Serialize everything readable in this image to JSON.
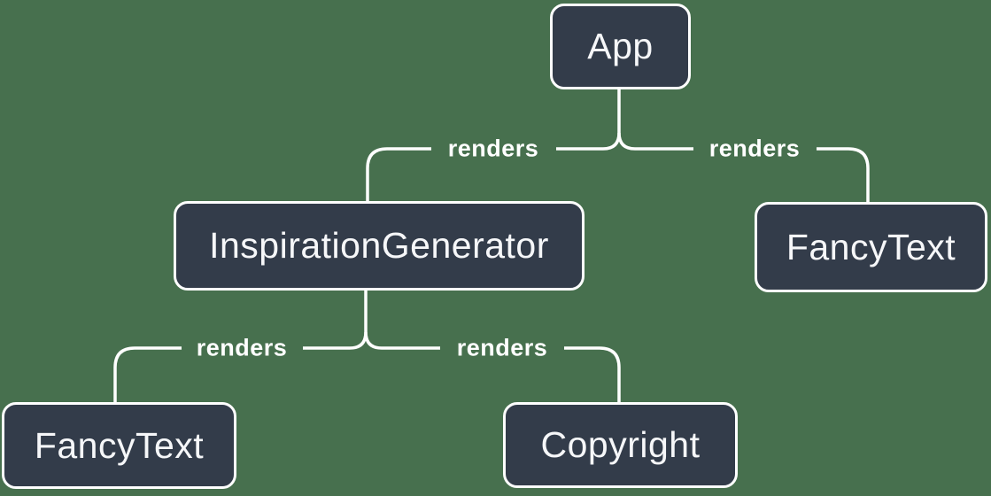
{
  "colors": {
    "background": "#47704E",
    "node_fill": "#333C4A",
    "node_border": "#FFFFFF",
    "line": "#FFFFFF",
    "text": "#F6F7F9"
  },
  "diagram": {
    "type": "component-render-tree",
    "nodes": [
      {
        "id": "app",
        "label": "App"
      },
      {
        "id": "inspiration-generator",
        "label": "InspirationGenerator"
      },
      {
        "id": "fancy-text-top-right",
        "label": "FancyText"
      },
      {
        "id": "fancy-text-bottom-left",
        "label": "FancyText"
      },
      {
        "id": "copyright",
        "label": "Copyright"
      }
    ],
    "edges": [
      {
        "from": "app",
        "to": "inspiration-generator",
        "label": "renders"
      },
      {
        "from": "app",
        "to": "fancy-text-top-right",
        "label": "renders"
      },
      {
        "from": "inspiration-generator",
        "to": "fancy-text-bottom-left",
        "label": "renders"
      },
      {
        "from": "inspiration-generator",
        "to": "copyright",
        "label": "renders"
      }
    ]
  }
}
